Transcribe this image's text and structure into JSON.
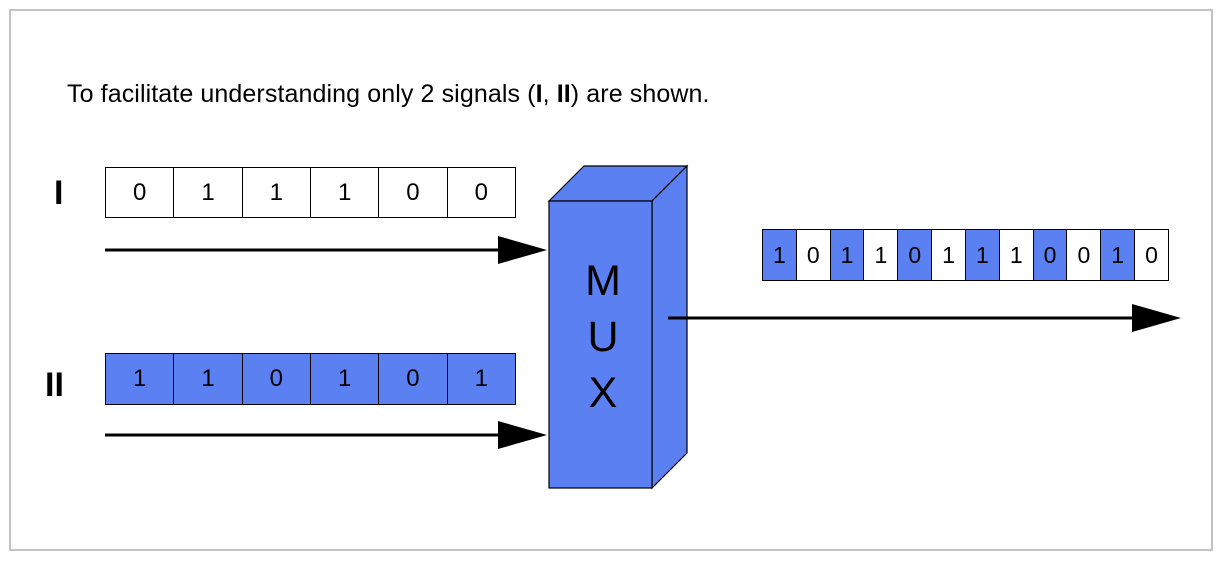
{
  "caption": {
    "prefix": "To facilitate understanding only 2 signals (",
    "sig1": "I",
    "sep": ", ",
    "sig2": "II",
    "suffix": ") are shown."
  },
  "signals": [
    {
      "label": "I",
      "bits": [
        "0",
        "1",
        "1",
        "1",
        "0",
        "0"
      ],
      "fills": [
        "white",
        "white",
        "white",
        "white",
        "white",
        "white"
      ]
    },
    {
      "label": "II",
      "bits": [
        "1",
        "1",
        "0",
        "1",
        "0",
        "1"
      ],
      "fills": [
        "blue",
        "blue",
        "blue",
        "blue",
        "blue",
        "blue"
      ]
    }
  ],
  "mux": {
    "letters": [
      "M",
      "U",
      "X"
    ]
  },
  "output": {
    "bits": [
      "1",
      "0",
      "1",
      "1",
      "0",
      "1",
      "1",
      "1",
      "0",
      "0",
      "1",
      "0"
    ],
    "fills": [
      "blue",
      "white",
      "blue",
      "white",
      "blue",
      "white",
      "blue",
      "white",
      "blue",
      "white",
      "blue",
      "white"
    ]
  },
  "colors": {
    "blue": "#5b80f2",
    "frame": "#c3c3c3",
    "line": "#000000"
  }
}
